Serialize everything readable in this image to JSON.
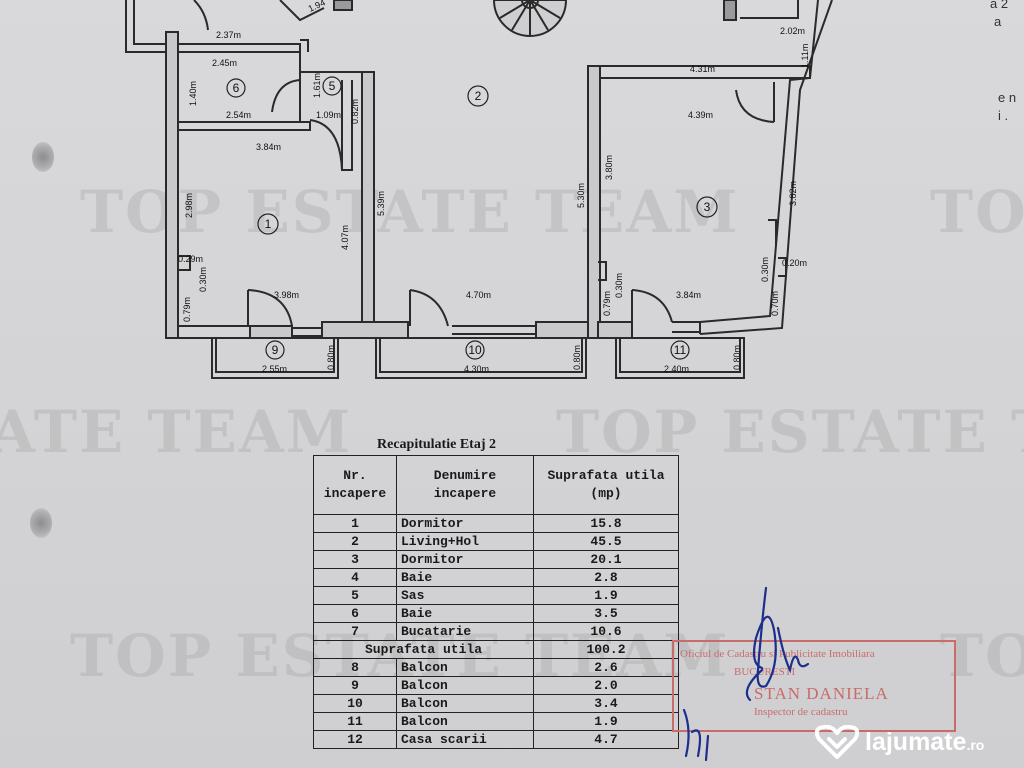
{
  "watermark": "TOP ESTATE TEAM",
  "watermark_partial": "ATE TEAM",
  "plan": {
    "room_numbers": [
      "1",
      "2",
      "3",
      "5",
      "6",
      "9",
      "10",
      "11"
    ],
    "dimensions": {
      "d_237": "2.37m",
      "d_194": "1.94",
      "d_245": "2.45m",
      "d_140": "1.40m",
      "d_161": "1.61m",
      "d_254": "2.54m",
      "d_109": "1.09m",
      "d_082": "0.82m",
      "d_384a": "3.84m",
      "d_298": "2.98m",
      "d_407": "4.07m",
      "d_539": "5.39m",
      "d_029": "0.29m",
      "d_030a": "0.30m",
      "d_079a": "0.79m",
      "d_398": "3.98m",
      "d_470": "4.70m",
      "d_530": "5.30m",
      "d_079b": "0.79m",
      "d_030b": "0.30m",
      "d_384b": "3.84m",
      "d_380": "3.80m",
      "d_431": "4.31m",
      "d_439": "4.39m",
      "d_382": "3.82m",
      "d_030c": "0.30m",
      "d_020": "0.20m",
      "d_070": "0.70m",
      "d_202": "2.02m",
      "d_111": "1.11m",
      "d_255": "2.55m",
      "d_080a": "0.80m",
      "d_430": "4.30m",
      "d_080b": "0.80m",
      "d_240": "2.40m",
      "d_080c": "0.80m"
    }
  },
  "edge_text": {
    "a": "a 2",
    "b": "a",
    "c": "e n",
    "d": "i ."
  },
  "table": {
    "title": "Recapitulatie Etaj 2",
    "headers": {
      "nr": [
        "Nr.",
        "incapere"
      ],
      "name": [
        "Denumire",
        "incapere"
      ],
      "area": [
        "Suprafata utila",
        "(mp)"
      ]
    },
    "rows": [
      {
        "nr": "1",
        "name": "Dormitor",
        "area": "15.8"
      },
      {
        "nr": "2",
        "name": "Living+Hol",
        "area": "45.5"
      },
      {
        "nr": "3",
        "name": "Dormitor",
        "area": "20.1"
      },
      {
        "nr": "4",
        "name": "Baie",
        "area": "2.8"
      },
      {
        "nr": "5",
        "name": "Sas",
        "area": "1.9"
      },
      {
        "nr": "6",
        "name": "Baie",
        "area": "3.5"
      },
      {
        "nr": "7",
        "name": "Bucatarie",
        "area": "10.6"
      }
    ],
    "subtotal": {
      "label": "Suprafata utila",
      "area": "100.2"
    },
    "rows2": [
      {
        "nr": "8",
        "name": "Balcon",
        "area": "2.6"
      },
      {
        "nr": "9",
        "name": "Balcon",
        "area": "2.0"
      },
      {
        "nr": "10",
        "name": "Balcon",
        "area": "3.4"
      },
      {
        "nr": "11",
        "name": "Balcon",
        "area": "1.9"
      },
      {
        "nr": "12",
        "name": "Casa scarii",
        "area": "4.7"
      }
    ]
  },
  "stamp": {
    "line1": "Oficiul de Cadastru si Publicitate Imobiliara",
    "line2": "BUCURESTI",
    "line3": "STAN DANIELA",
    "line4": "Inspector de cadastru"
  },
  "logo": {
    "text": "lajumate",
    "tld": ".ro"
  },
  "colors": {
    "wall": "#2a2a2a",
    "paper": "#d4d4d6",
    "stamp": "#c96b6b",
    "watermark": "#969696"
  }
}
